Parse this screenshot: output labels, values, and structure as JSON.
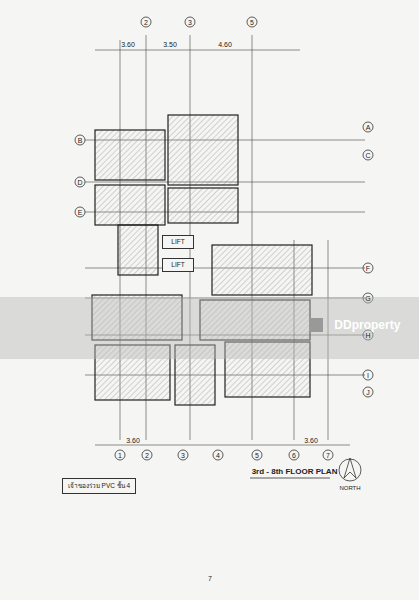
{
  "diagram": {
    "title": "3rd - 8th FLOOR PLAN",
    "nodes": [
      {
        "text": [
          "LIFT"
        ]
      },
      {
        "text": [
          "LIFT"
        ]
      },
      {
        "text": [
          "เจ้าของร่วม PVC ชั้น 4"
        ]
      }
    ],
    "labels": [
      "2",
      "3",
      "5",
      "3.60",
      "3.50",
      "4.60",
      "A",
      "B",
      "C",
      "D",
      "E",
      "F",
      "G",
      "H",
      "I",
      "J",
      "1",
      "2",
      "3",
      "4",
      "5",
      "6",
      "7",
      "3.60",
      "3.60",
      "NORTH",
      "DDproperty",
      "7"
    ]
  }
}
